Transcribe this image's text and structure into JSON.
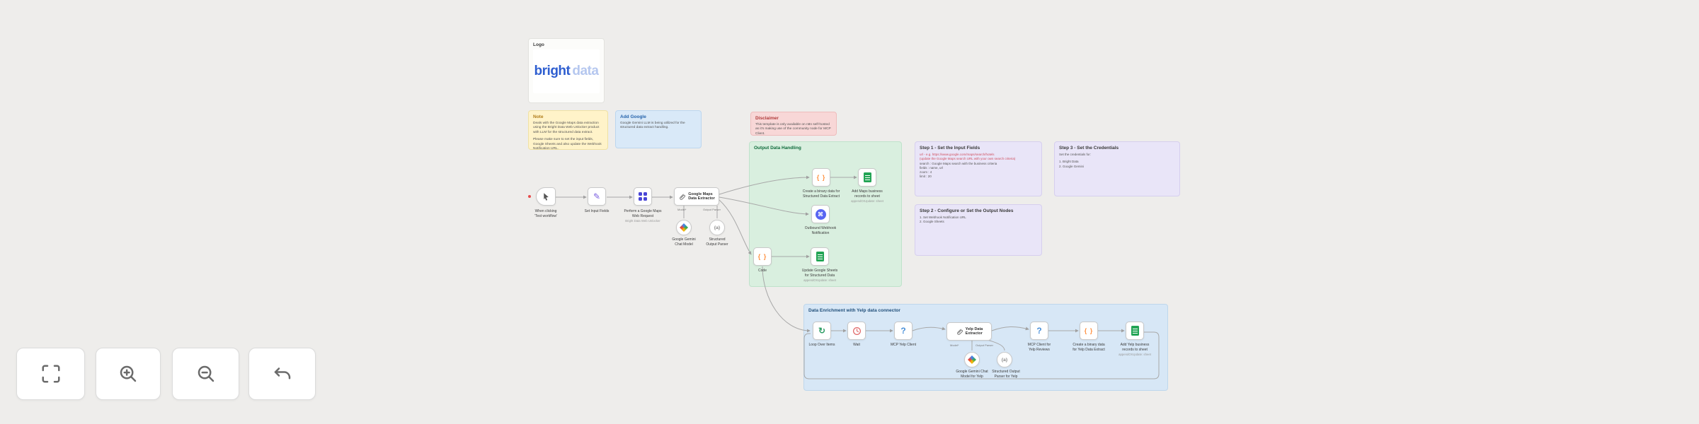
{
  "colors": {
    "canvas_bg": "#eeedeb",
    "sticky_yellow": "#fff3c9",
    "sticky_blue": "#d9e9f8",
    "sticky_red": "#f8d7d7",
    "sticky_green": "#d9efdf",
    "sticky_purple": "#e9e5f8",
    "sticky_bigblue": "#d7e7f6",
    "brand_blue": "#2e5ed0",
    "brand_light_blue": "#b5c7ef",
    "code_orange": "#ff9344",
    "sheets_green": "#23a455",
    "bright_data_indigo": "#4945d6"
  },
  "stickies": {
    "logo": {
      "title": "Logo",
      "brand_bold": "bright",
      "brand_light": "data"
    },
    "note": {
      "title": "Note",
      "p1": "Deals with the Google Maps data extraction using the Bright Data Web Unlocker product with LLM for the structured data extract.",
      "p2": "Please make sure to set the input fields, Google Sheets and also update the Webhook Notification URL."
    },
    "add_google": {
      "title": "Add Google",
      "body": "Google Gemini LLM is being utilized for the structured data extract handling."
    },
    "disclaimer": {
      "title": "Disclaimer",
      "body": "This template is only available on n8n self-hosted as it's making use of the community node for MCP Client."
    },
    "output": {
      "title": "Output Data Handling"
    },
    "step1": {
      "title": "Step 1 - Set the Input Fields",
      "line1": "url - e.g. https://www.google.com/maps/search/hotels",
      "line2": "(update the Google Maps search URL with your own search criteria)",
      "line3": "search : Google Maps search with the business criteria",
      "line4": "fields : name, url",
      "line5": "zoom : 4",
      "line6": "limit : 20"
    },
    "step3": {
      "title": "Step 3 - Set the Credentials",
      "intro": "Set the credentials for:",
      "item1": "1. Bright Data",
      "item2": "2. Google Gemini"
    },
    "step2": {
      "title": "Step 2 - Configure or Set the Output Nodes",
      "item1": "1. Set Webhook Notification URL",
      "item2": "2. Google Sheets"
    },
    "yelp": {
      "title": "Data Enrichment with Yelp data connector"
    }
  },
  "nodes": {
    "trigger": {
      "label1": "When clicking",
      "label2": "'Test workflow'"
    },
    "set_input": {
      "label1": "Set Input Fields"
    },
    "bright": {
      "label1": "Perform a Google Maps",
      "label2": "Web Request",
      "caption": "Bright Data Web Unlocker"
    },
    "maps_extractor": {
      "title1": "Google Maps",
      "title2": "Data Extractor",
      "port1": "Model*",
      "port2": "Output Parser"
    },
    "gemini1": {
      "label1": "Google Gemini",
      "label2": "Chat Model"
    },
    "parser1": {
      "label1": "Structured",
      "label2": "Output Parser"
    },
    "code1": {
      "label1": "Create a binary data for",
      "label2": "Structured Data Extract"
    },
    "sheets1": {
      "label1": "Add Maps business",
      "label2": "records to sheet",
      "caption": "appendOrUpdate: sheet"
    },
    "webhook": {
      "label1": "Outbound Webhook",
      "label2": "Notification"
    },
    "code2": {
      "label1": "Code"
    },
    "sheets2": {
      "label1": "Update Google Sheets",
      "label2": "for Structured Data",
      "caption": "appendOrUpdate: sheet"
    },
    "loop": {
      "label1": "Loop Over Items"
    },
    "wait": {
      "label1": "Wait"
    },
    "mcp1": {
      "label1": "MCP Yelp Client"
    },
    "yelp_extractor": {
      "title1": "Yelp Data",
      "title2": "Extractor",
      "port1": "Model*",
      "port2": "Output Parser"
    },
    "gemini2": {
      "label1": "Google Gemini Chat",
      "label2": "Model for Yelp"
    },
    "parser2": {
      "label1": "Structured Output",
      "label2": "Parser for Yelp"
    },
    "mcp2": {
      "label1": "MCP Client for",
      "label2": "Yelp Reviews"
    },
    "code3": {
      "label1": "Create a binary data",
      "label2": "for Yelp Data Extract"
    },
    "sheets3": {
      "label1": "Add Yelp business",
      "label2": "records to sheet",
      "caption": "appendOrUpdate: sheet"
    }
  },
  "icons": {
    "code": "{ }",
    "pencil": "✎",
    "question": "?",
    "loop": "↻",
    "parser": "{a}",
    "webhook_glyph": "⌘"
  },
  "toolbar": {
    "buttons": [
      {
        "name": "fit-view"
      },
      {
        "name": "zoom-in"
      },
      {
        "name": "zoom-out"
      },
      {
        "name": "undo"
      }
    ]
  }
}
